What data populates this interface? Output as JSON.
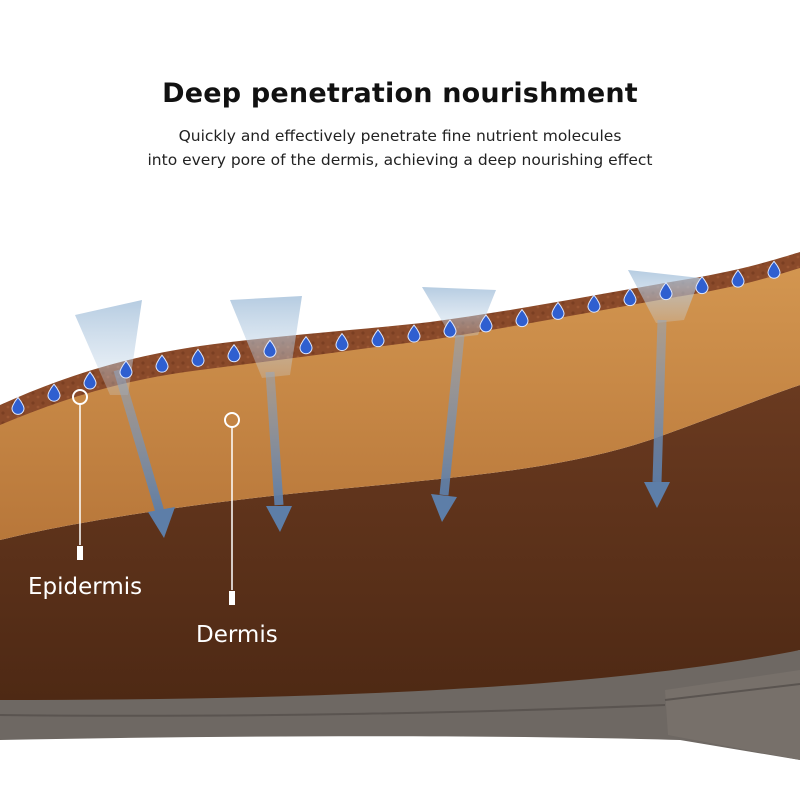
{
  "heading": {
    "title": "Deep penetration nourishment",
    "subtitle_line1": "Quickly and effectively penetrate fine nutrient molecules",
    "subtitle_line2": "into every pore of the dermis, achieving a deep nourishing effect"
  },
  "labels": {
    "epidermis": "Epidermis",
    "dermis": "Dermis"
  },
  "colors": {
    "epidermis_layer": "#8a4a2a",
    "suede_layer": "#c98a44",
    "dermis_layer": "#5e3119",
    "sole": "#6b6561",
    "droplet": "#2f5fd0",
    "arrow": "#6f8fb8"
  }
}
